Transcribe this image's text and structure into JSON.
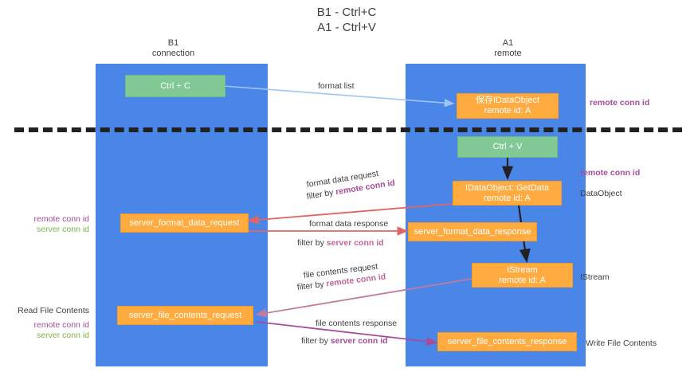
{
  "title": {
    "line1": "B1 - Ctrl+C",
    "line2": "A1 - Ctrl+V"
  },
  "columns": [
    {
      "name": "B1",
      "sub": "connection"
    },
    {
      "name": "A1",
      "sub": "remote"
    }
  ],
  "colors": {
    "lane": "#4a86e8",
    "node_orange": "#ffab40",
    "node_green": "#81c995",
    "remote_conn_id": "#a64d9a",
    "server_conn_id": "#7cb342",
    "filter_server_conn_id": "#c2649a",
    "edge_blue": "#9fc5f8",
    "edge_red": "#e06666",
    "edge_magenta": "#c27ba0",
    "edge_purple": "#a64d9a",
    "edge_black": "#202124",
    "divider": "#202124",
    "text": "#3c4043"
  },
  "nodes": [
    {
      "id": "ctrl_c",
      "line1": "Ctrl + C",
      "line2": "",
      "style": "green"
    },
    {
      "id": "save_ido",
      "line1": "保存IDataObject",
      "line2": "remote id: A",
      "style": "orange"
    },
    {
      "id": "ctrl_v",
      "line1": "Ctrl + V",
      "line2": "",
      "style": "green"
    },
    {
      "id": "getdata",
      "line1": "IDataObject::GetData",
      "line2": "remote id: A",
      "style": "orange"
    },
    {
      "id": "sfdreq",
      "line1": "server_format_data_request",
      "line2": "",
      "style": "orange"
    },
    {
      "id": "sfdres",
      "line1": "server_format_data_response",
      "line2": "",
      "style": "orange"
    },
    {
      "id": "istream",
      "line1": "IStream",
      "line2": "remote id: A",
      "style": "orange"
    },
    {
      "id": "sfcreq",
      "line1": "server_file_contents_request",
      "line2": "",
      "style": "orange"
    },
    {
      "id": "sfcres",
      "line1": "server_file_contents_response",
      "line2": "",
      "style": "orange"
    }
  ],
  "edge_labels": {
    "format_list": "format list",
    "format_data_request": "format data request",
    "format_data_request_filter_prefix": "filter by ",
    "format_data_request_filter_key": "remote conn id",
    "format_data_response": "format data response",
    "format_data_response_filter_prefix": "filter by ",
    "format_data_response_filter_key": "server conn id",
    "file_contents_request": "file contents request",
    "file_contents_request_filter_prefix": "filter by ",
    "file_contents_request_filter_key": "remote conn id",
    "file_contents_response": "file contents response",
    "file_contents_response_filter_prefix": "filter by ",
    "file_contents_response_filter_key": "server conn id"
  },
  "annotations": {
    "right_remote_conn_id_top": "remote conn id",
    "right_remote_conn_id_mid": "remote conn id",
    "right_data_object": "DataObject",
    "right_istream": "IStream",
    "right_write_file_contents": "Write File Contents",
    "left_remote_conn_id": "remote conn id",
    "left_server_conn_id": "server conn id",
    "left_read_file_contents": "Read File Contents",
    "left_remote_conn_id_2": "remote conn id",
    "left_server_conn_id_2": "server conn id"
  }
}
